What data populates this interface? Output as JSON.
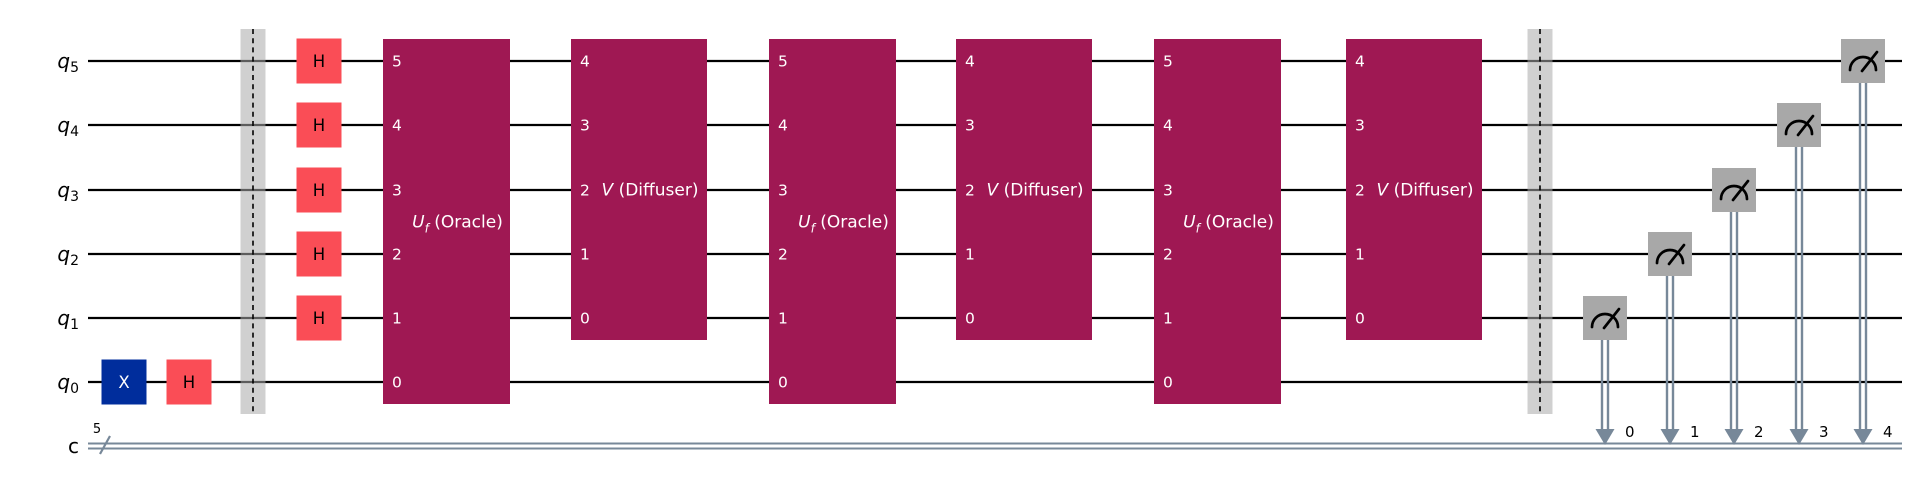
{
  "diagram": {
    "kind": "quantum-circuit",
    "description": "Grover search circuit: 6 qubits, X+H state prep on q0, H on q1-q5, three Oracle/Diffuser iterations, measurement of q1-q5 into 5 classical bits",
    "colors": {
      "background": "#ffffff",
      "qubit_wire": "#000000",
      "classical_wire": "#778899",
      "h_gate_fill": "#FA4D56",
      "h_gate_text": "#000000",
      "x_gate_fill": "#002D9C",
      "x_gate_text": "#ffffff",
      "multi_gate_fill": "#9F1853",
      "multi_gate_text": "#ffffff",
      "measure_fill": "#A8A8A8",
      "measure_glyph": "#000000",
      "barrier_band": "#aaaaaa",
      "barrier_line": "#000000",
      "label_text": "#000000"
    },
    "registers": {
      "qubits": [
        {
          "id": "q5",
          "letter": "q",
          "sub": "5"
        },
        {
          "id": "q4",
          "letter": "q",
          "sub": "4"
        },
        {
          "id": "q3",
          "letter": "q",
          "sub": "3"
        },
        {
          "id": "q2",
          "letter": "q",
          "sub": "2"
        },
        {
          "id": "q1",
          "letter": "q",
          "sub": "1"
        },
        {
          "id": "q0",
          "letter": "q",
          "sub": "0"
        }
      ],
      "classical": {
        "letter": "c",
        "size_label": "5"
      }
    },
    "gate_defs": {
      "x": {
        "label": "X"
      },
      "h": {
        "label": "H"
      },
      "oracle": {
        "label_main": "U",
        "label_sub": "f",
        "label_rest": " (Oracle)",
        "wires": [
          "q5",
          "q4",
          "q3",
          "q2",
          "q1",
          "q0"
        ],
        "wire_numbers": [
          "5",
          "4",
          "3",
          "2",
          "1",
          "0"
        ]
      },
      "diffuser": {
        "label_main": "V",
        "label_sub": "",
        "label_rest": " (Diffuser)",
        "wires": [
          "q5",
          "q4",
          "q3",
          "q2",
          "q1"
        ],
        "wire_numbers": [
          "4",
          "3",
          "2",
          "1",
          "0"
        ]
      }
    },
    "sequence": [
      {
        "kind": "x",
        "wire": "q0"
      },
      {
        "kind": "h",
        "wire": "q0"
      },
      {
        "kind": "barrier"
      },
      {
        "kind": "h-column",
        "wires": [
          "q5",
          "q4",
          "q3",
          "q2",
          "q1"
        ]
      },
      {
        "kind": "oracle"
      },
      {
        "kind": "diffuser"
      },
      {
        "kind": "oracle"
      },
      {
        "kind": "diffuser"
      },
      {
        "kind": "oracle"
      },
      {
        "kind": "diffuser"
      },
      {
        "kind": "barrier"
      },
      {
        "kind": "measure",
        "wire": "q1",
        "bit": "0"
      },
      {
        "kind": "measure",
        "wire": "q2",
        "bit": "1"
      },
      {
        "kind": "measure",
        "wire": "q3",
        "bit": "2"
      },
      {
        "kind": "measure",
        "wire": "q4",
        "bit": "3"
      },
      {
        "kind": "measure",
        "wire": "q5",
        "bit": "4"
      }
    ]
  }
}
